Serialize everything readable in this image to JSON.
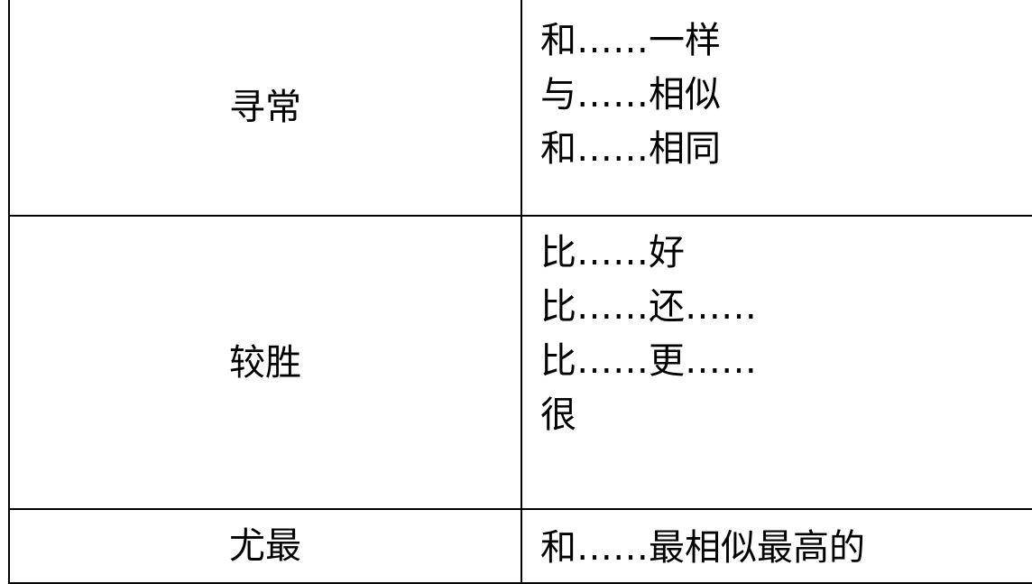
{
  "table": {
    "rows": [
      {
        "category": "寻常",
        "phrases": [
          "和……一样",
          "与……相似",
          "和……相同"
        ]
      },
      {
        "category": "较胜",
        "phrases": [
          "比……好",
          "比……还……",
          "比……更……",
          "很"
        ]
      },
      {
        "category": "尤最",
        "phrases": [
          "和……最相似最高的"
        ]
      }
    ]
  }
}
